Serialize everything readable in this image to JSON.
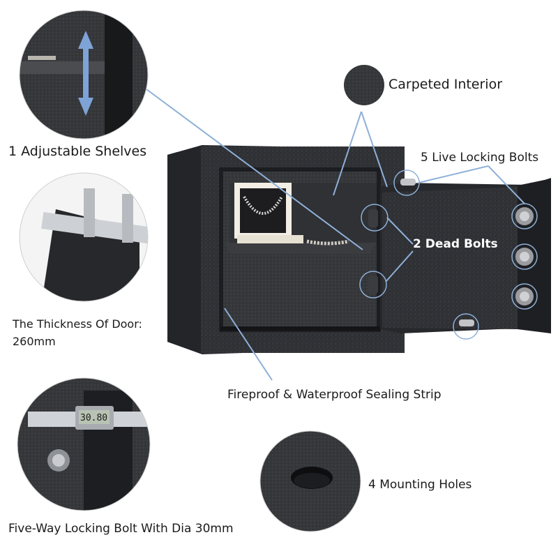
{
  "labels": {
    "carpeted_interior": "Carpeted Interior",
    "adjustable_shelves": "1 Adjustable Shelves",
    "live_locking_bolts": "5 Live Locking Bolts",
    "dead_bolts": "2 Dead Bolts",
    "door_thickness_line1": "The Thickness Of Door:",
    "door_thickness_line2": "260mm",
    "sealing_strip": "Fireproof & Waterproof Sealing Strip",
    "mounting_holes": "4 Mounting Holes",
    "locking_bolt_dia": "Five-Way Locking Bolt With Dia 30mm",
    "caliper_display": "30.80"
  },
  "colors": {
    "safe_body": "#2d2f33",
    "callout_line": "#8fb0d8",
    "arrow": "#7ea3d6"
  }
}
